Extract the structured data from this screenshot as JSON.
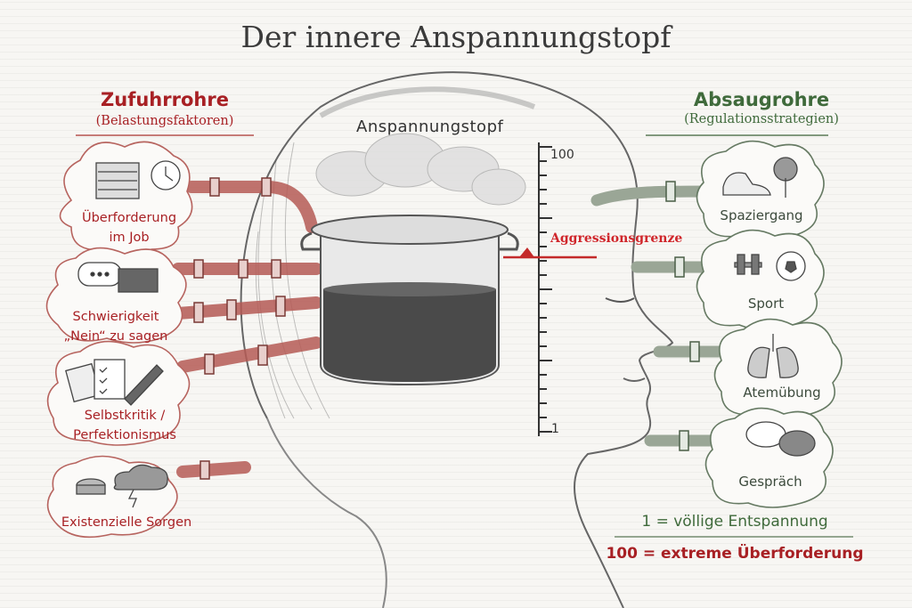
{
  "title": "Der innere Anspannungstopf",
  "colors": {
    "stress": "#a82024",
    "regulation": "#3f6a3b",
    "threshold": "#d0262b"
  },
  "left": {
    "heading": "Zufuhrrohre",
    "subheading": "(Belastungsfaktoren)",
    "items": [
      {
        "line1": "Überforderung",
        "line2": "im Job",
        "icon": "papers-clock-icon"
      },
      {
        "line1": "Schwierigkeit",
        "line2": "„Nein“ zu sagen",
        "icon": "speech-bubbles-icon"
      },
      {
        "line1": "Selbstkritik /",
        "line2": "Perfektionismus",
        "icon": "checklist-pencil-icon"
      },
      {
        "line1": "Existenzielle Sorgen",
        "icon": "coins-storm-cloud-icon"
      }
    ]
  },
  "right": {
    "heading": "Absaugrohre",
    "subheading": "(Regulationsstrategien)",
    "items": [
      {
        "label": "Spaziergang",
        "icon": "shoe-tree-icon"
      },
      {
        "label": "Sport",
        "icon": "dumbbell-ball-icon"
      },
      {
        "label": "Atemübung",
        "icon": "lungs-icon"
      },
      {
        "label": "Gespräch",
        "icon": "chat-bubbles-icon"
      }
    ]
  },
  "pot": {
    "label": "Anspannungstopf"
  },
  "scale": {
    "max_label": "100",
    "min_label": "1",
    "min": 1,
    "max": 100,
    "threshold_label": "Aggressionsgrenze",
    "threshold_value": 65
  },
  "legend": {
    "low": "1 = völlige Entspannung",
    "high": "100 = extreme Überforderung"
  }
}
